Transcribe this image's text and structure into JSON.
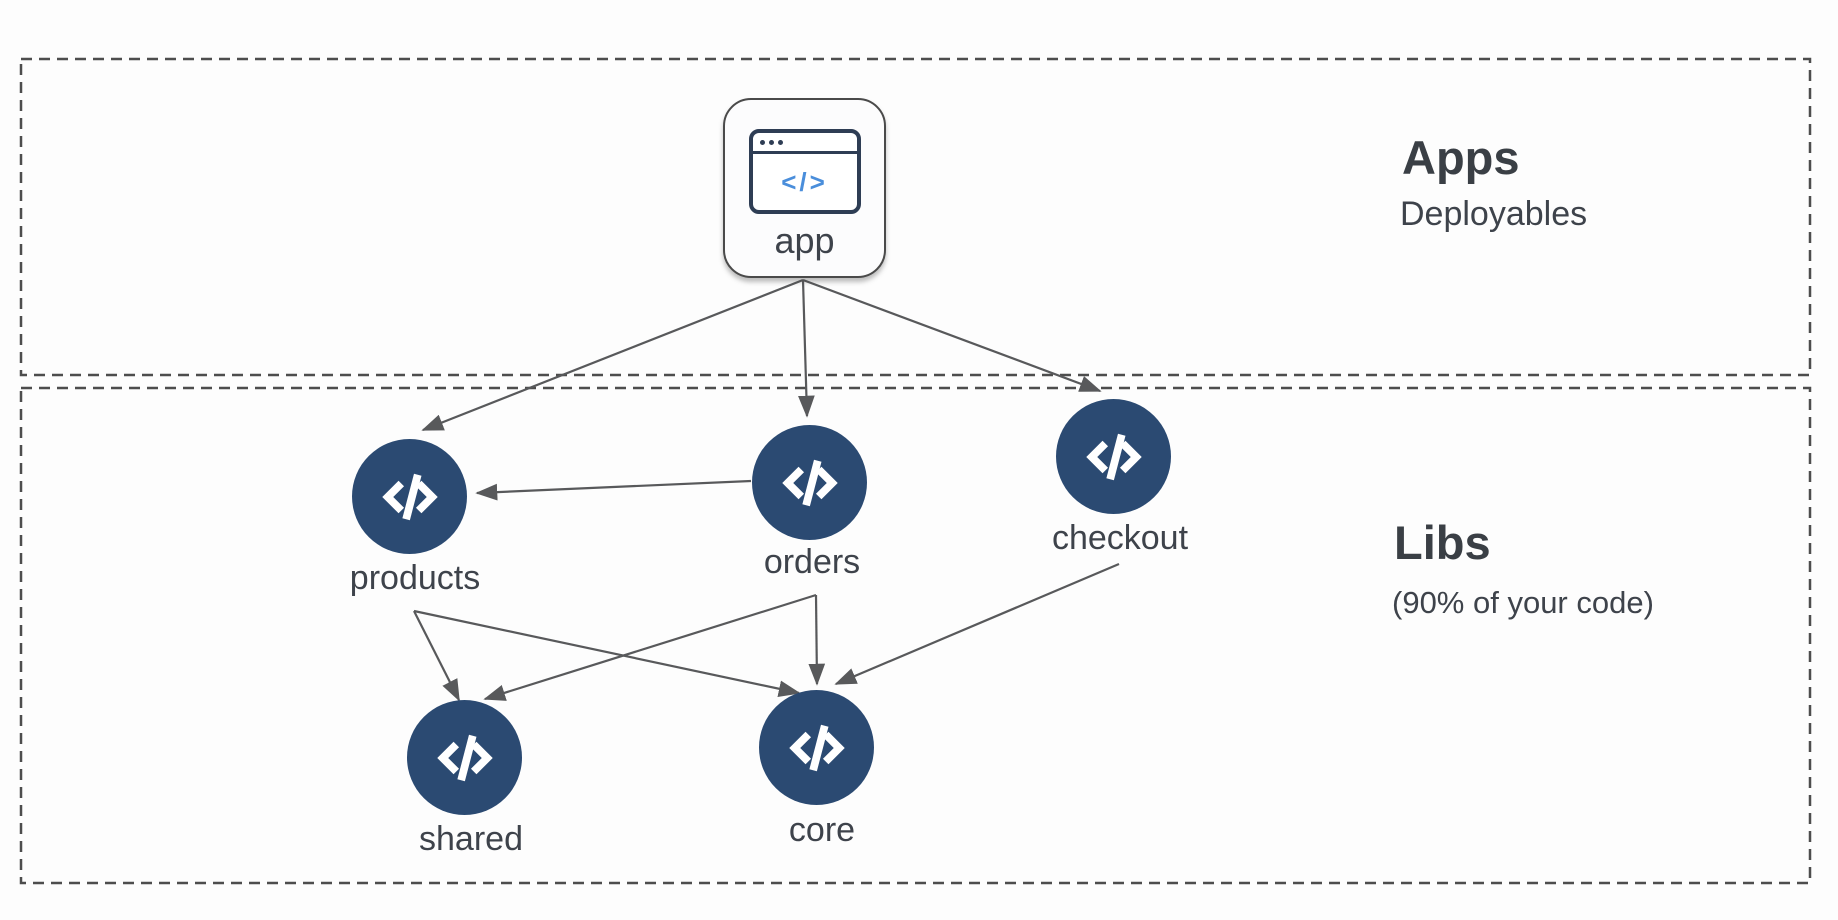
{
  "colors": {
    "background": "#fdfdfd",
    "node_fill": "#2b4a72",
    "edge": "#58595b",
    "section_border": "#4d4d4d",
    "label_text": "#3e434b",
    "app_icon_outline": "#2e3d54",
    "app_icon_accent": "#4a8edb"
  },
  "sections": {
    "apps": {
      "title": "Apps",
      "subtitle": "Deployables"
    },
    "libs": {
      "title": "Libs",
      "subtitle": "(90% of your code)"
    }
  },
  "nodes": {
    "app": {
      "label": "app",
      "type": "application",
      "icon": "browser-code-icon",
      "icon_glyph": "</>"
    },
    "products": {
      "label": "products",
      "type": "library",
      "icon": "code-icon"
    },
    "orders": {
      "label": "orders",
      "type": "library",
      "icon": "code-icon"
    },
    "checkout": {
      "label": "checkout",
      "type": "library",
      "icon": "code-icon"
    },
    "shared": {
      "label": "shared",
      "type": "library",
      "icon": "code-icon"
    },
    "core": {
      "label": "core",
      "type": "library",
      "icon": "code-icon"
    }
  },
  "edges": [
    {
      "from": "app",
      "to": "products"
    },
    {
      "from": "app",
      "to": "orders"
    },
    {
      "from": "app",
      "to": "checkout"
    },
    {
      "from": "orders",
      "to": "products"
    },
    {
      "from": "products",
      "to": "shared"
    },
    {
      "from": "products",
      "to": "core"
    },
    {
      "from": "orders",
      "to": "core"
    },
    {
      "from": "orders",
      "to": "shared"
    },
    {
      "from": "checkout",
      "to": "core"
    }
  ]
}
